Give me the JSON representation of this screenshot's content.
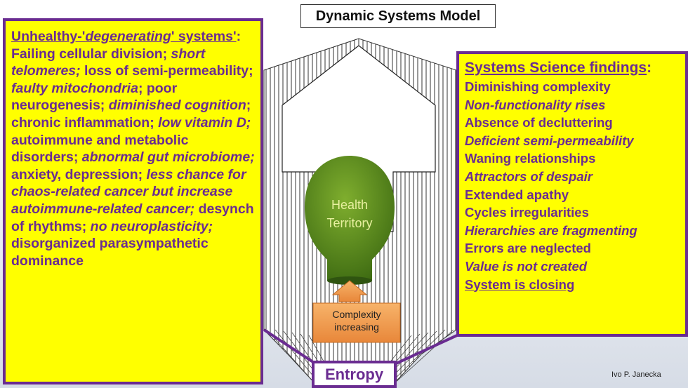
{
  "title": "Dynamic Systems Model",
  "left_panel": {
    "heading_a": "Unhealthy-'",
    "heading_b": "degenerating",
    "heading_c": "' systems'",
    "heading_d": ":",
    "segments": [
      {
        "t": "Failing cellular division; ",
        "i": false
      },
      {
        "t": "short telomeres;",
        "i": true
      },
      {
        "t": " loss of semi-permeability; ",
        "i": false
      },
      {
        "t": "faulty mitochondria",
        "i": true
      },
      {
        "t": "; poor neurogenesis; ",
        "i": false
      },
      {
        "t": "diminished cognition",
        "i": true
      },
      {
        "t": "; chronic inflammation; ",
        "i": false
      },
      {
        "t": "low vitamin D;",
        "i": true
      },
      {
        "t": " autoimmune and metabolic disorders; ",
        "i": false
      },
      {
        "t": "abnormal gut microbiome;",
        "i": true
      },
      {
        "t": " anxiety, depression; ",
        "i": false
      },
      {
        "t": "less chance for chaos-related cancer but increase autoimmune-related cancer;",
        "i": true
      },
      {
        "t": " desynch of rhythms; ",
        "i": false
      },
      {
        "t": "no neuroplasticity;",
        "i": true
      },
      {
        "t": " disorganized parasympathetic dominance",
        "i": false
      }
    ]
  },
  "right_panel": {
    "heading": "Systems Science findings",
    "heading_colon": ":",
    "items": [
      {
        "t": "Diminishing complexity",
        "i": false
      },
      {
        "t": "Non-functionality rises",
        "i": true
      },
      {
        "t": "Absence of decluttering",
        "i": false
      },
      {
        "t": "Deficient semi-permeability",
        "i": true
      },
      {
        "t": "Waning relationships",
        "i": false
      },
      {
        "t": "Attractors of despair",
        "i": true
      },
      {
        "t": "Extended apathy",
        "i": false
      },
      {
        "t": "Cycles irregularities",
        "i": false
      },
      {
        "t": "Hierarchies are fragmenting",
        "i": true
      },
      {
        "t": "Errors are neglected",
        "i": false
      },
      {
        "t": "Value is not created",
        "i": true
      },
      {
        "t": "System is closing",
        "i": false,
        "u": true
      }
    ]
  },
  "health_territory": {
    "line1": "Health",
    "line2": "Territory"
  },
  "complexity": {
    "line1": "Complexity",
    "line2": "increasing"
  },
  "entropy": "Entropy",
  "credit": "Ivo P. Janecka",
  "colors": {
    "purple": "#6a2c91",
    "yellow": "#ffff00",
    "green": "#5a8a1e",
    "orange": "#f5a04a"
  }
}
